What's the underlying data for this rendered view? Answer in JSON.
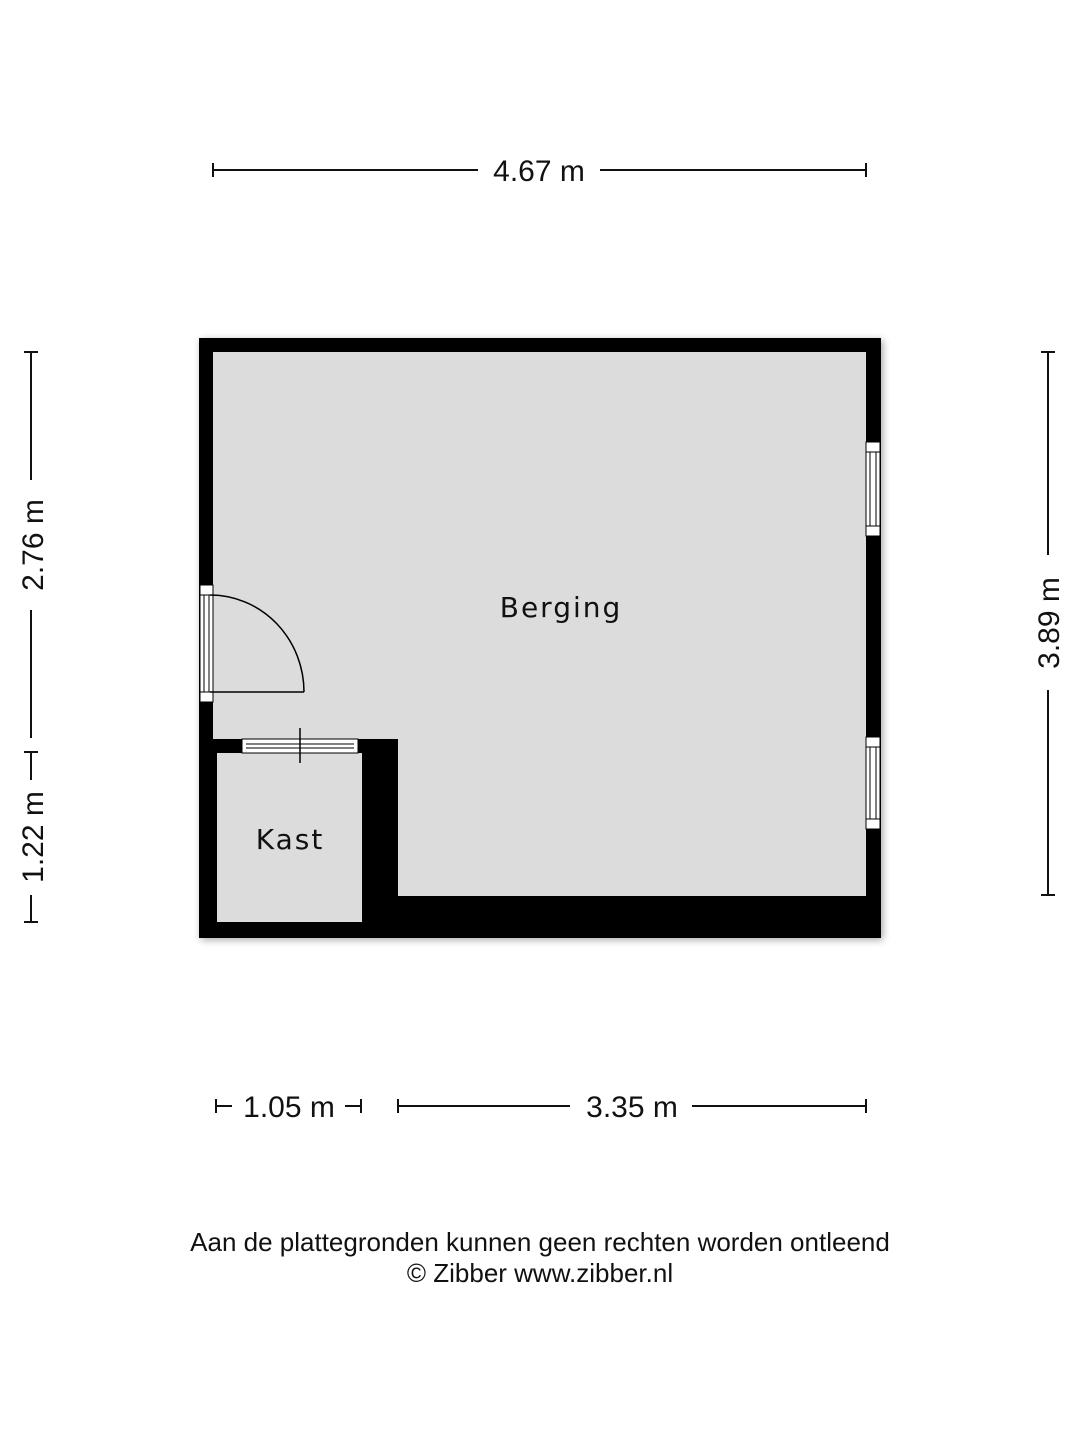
{
  "rooms": {
    "berging": "Berging",
    "kast": "Kast"
  },
  "dimensions": {
    "top_width": "4.67 m",
    "left_upper": "2.76 m",
    "left_lower": "1.22 m",
    "right_height": "3.89 m",
    "bottom_left": "1.05 m",
    "bottom_right": "3.35 m"
  },
  "footer": {
    "disclaimer": "Aan de plattegronden kunnen geen rechten worden ontleend",
    "copyright": "© Zibber www.zibber.nl"
  },
  "colors": {
    "wall": "#000000",
    "floor": "#dcdcdc",
    "background": "#ffffff"
  }
}
